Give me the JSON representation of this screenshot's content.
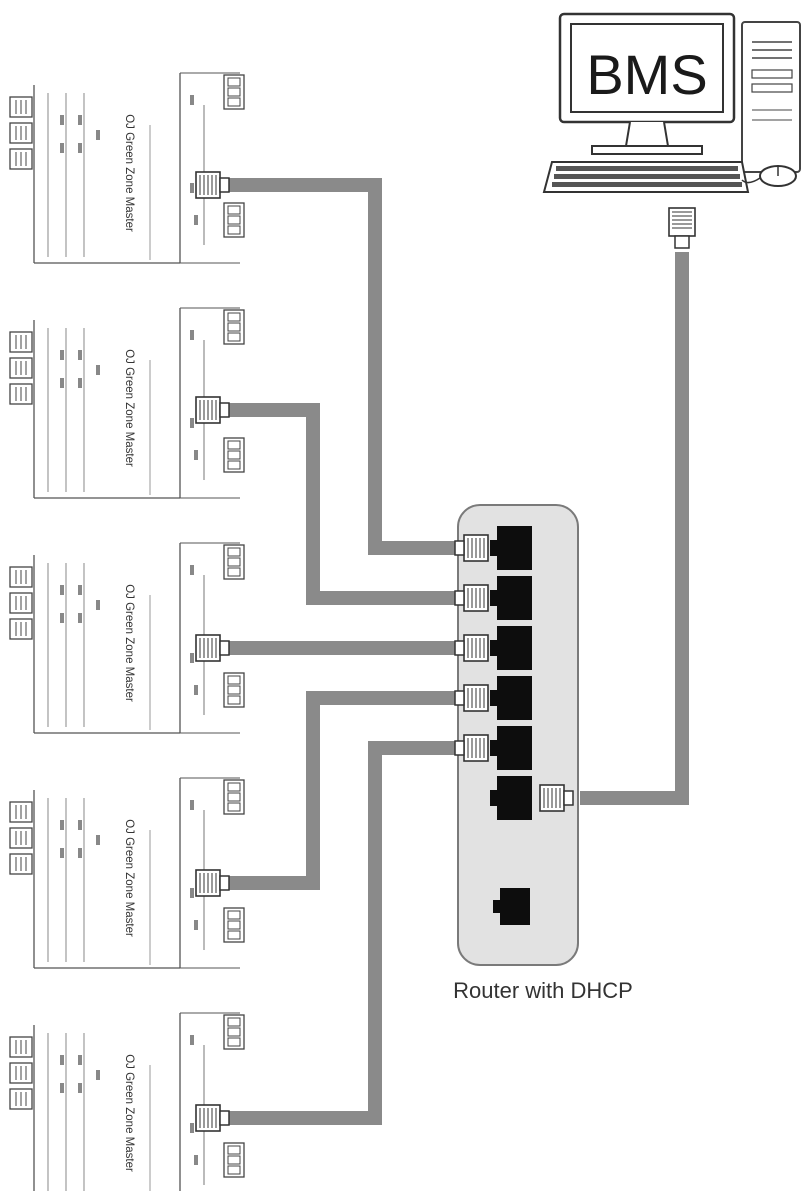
{
  "computer": {
    "screen_label": "BMS"
  },
  "router": {
    "label": "Router with DHCP"
  },
  "zone_masters": [
    {
      "label": "OJ Green Zone Master"
    },
    {
      "label": "OJ Green Zone Master"
    },
    {
      "label": "OJ Green Zone Master"
    },
    {
      "label": "OJ Green Zone Master"
    },
    {
      "label": "OJ Green Zone Master"
    }
  ],
  "colors": {
    "cable": "#8a8a8a",
    "router_body": "#e2e2e2",
    "router_outline": "#7a7a7a",
    "port": "#0d0d0d",
    "device_line": "#555555"
  }
}
